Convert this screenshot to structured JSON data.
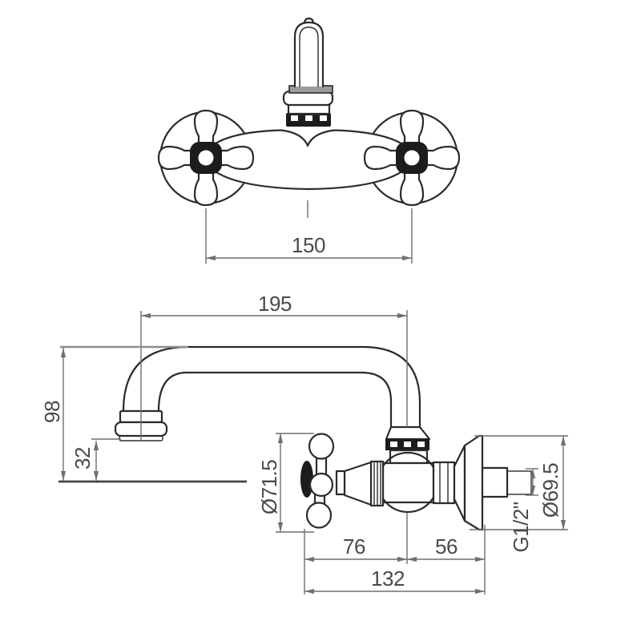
{
  "front_view": {
    "dim_handle_spacing": "150"
  },
  "side_view": {
    "dim_spout_reach": "195",
    "dim_spout_height": "98",
    "dim_outlet_offset": "32",
    "dim_handle_diameter": "Ø71.5",
    "dim_center_to_handle_front": "76",
    "dim_center_to_wall": "56",
    "dim_total_depth": "132",
    "dim_thread": "G1/2\"",
    "dim_flange_diameter": "Ø69.5"
  },
  "colors": {
    "line": "#2b2b2b",
    "dark": "#1c1c1c",
    "dimension": "#6f6f6f",
    "dimtext": "#4a4a4a",
    "bg": "#ffffff"
  }
}
